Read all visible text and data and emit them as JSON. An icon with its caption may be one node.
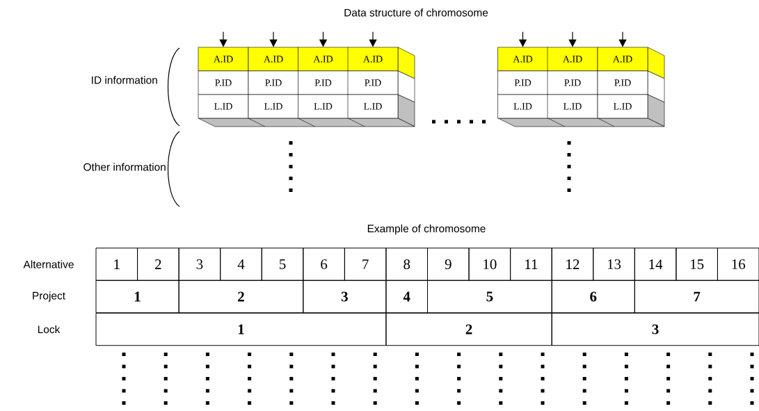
{
  "diagram": {
    "nodes": [
      {
        "text": [
          "A.ID"
        ]
      },
      {
        "text": [
          "A.ID"
        ]
      },
      {
        "text": [
          "A.ID"
        ]
      },
      {
        "text": [
          "A.ID"
        ]
      },
      {
        "text": [
          "A.ID"
        ]
      },
      {
        "text": [
          "A.ID"
        ]
      },
      {
        "text": [
          "A.ID"
        ]
      },
      {
        "text": [
          "P.ID"
        ]
      },
      {
        "text": [
          "P.ID"
        ]
      },
      {
        "text": [
          "P.ID"
        ]
      },
      {
        "text": [
          "P.ID"
        ]
      },
      {
        "text": [
          "P.ID"
        ]
      },
      {
        "text": [
          "P.ID"
        ]
      },
      {
        "text": [
          "P.ID"
        ]
      },
      {
        "text": [
          "L.ID"
        ]
      },
      {
        "text": [
          "L.ID"
        ]
      },
      {
        "text": [
          "L.ID"
        ]
      },
      {
        "text": [
          "L.ID"
        ]
      },
      {
        "text": [
          "L.ID"
        ]
      },
      {
        "text": [
          "L.ID"
        ]
      },
      {
        "text": [
          "L.ID"
        ]
      }
    ],
    "edges": [
      {
        "from": null,
        "to": 0,
        "arrow": "to"
      },
      {
        "from": null,
        "to": 1,
        "arrow": "to"
      },
      {
        "from": null,
        "to": 2,
        "arrow": "to"
      },
      {
        "from": null,
        "to": 3,
        "arrow": "to"
      },
      {
        "from": null,
        "to": 4,
        "arrow": "to"
      },
      {
        "from": null,
        "to": 5,
        "arrow": "to"
      },
      {
        "from": null,
        "to": 6,
        "arrow": "to"
      }
    ],
    "labels": [
      "Data structure of chromosome",
      "ID information",
      "Other information",
      "Example of chromosome",
      "Alternative",
      "1",
      "2",
      "3",
      "4",
      "5",
      "6",
      "7",
      "8",
      "9",
      "10",
      "11",
      "12",
      "13",
      "14",
      "15",
      "16",
      "Project",
      "1",
      "2",
      "3",
      "4",
      "5",
      "6",
      "7",
      "Lock",
      "1",
      "2",
      "3"
    ]
  }
}
